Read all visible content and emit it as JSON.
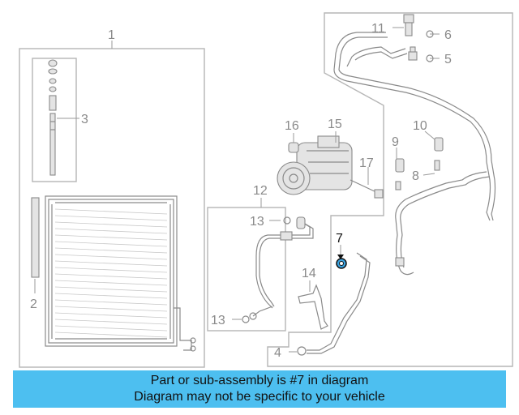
{
  "diagram": {
    "callouts": {
      "c1": "1",
      "c2": "2",
      "c3": "3",
      "c4": "4",
      "c5": "5",
      "c6": "6",
      "c7": "7",
      "c8": "8",
      "c9": "9",
      "c10": "10",
      "c11": "11",
      "c12": "12",
      "c13a": "13",
      "c13b": "13",
      "c14": "14",
      "c15": "15",
      "c16": "16",
      "c17": "17"
    },
    "highlighted_part": "7"
  },
  "banner": {
    "line1": "Part or sub-assembly is #7 in diagram",
    "line2": "Diagram may not be specific to your vehicle",
    "color": "#4dbff0"
  }
}
